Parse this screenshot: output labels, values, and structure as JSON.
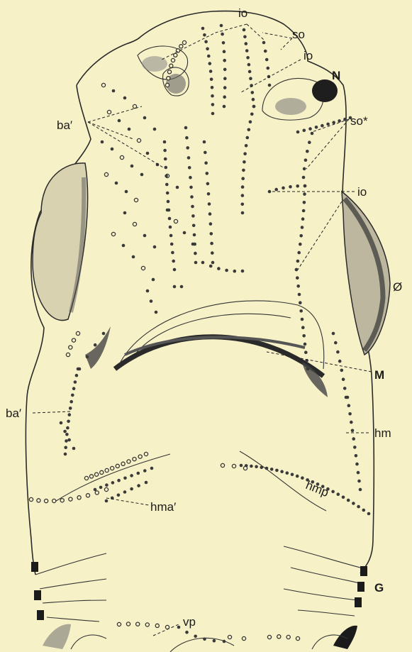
{
  "figure": {
    "labels": {
      "io_top": "io",
      "so": "so",
      "io_mid": "io",
      "N": "N",
      "ba_top": "ba′",
      "so_star": "so*",
      "io_right": "io",
      "eye": "Ø",
      "M": "M",
      "ba_bottom": "ba′",
      "hm": "hm",
      "hmp": "hmp",
      "hma": "hma′",
      "G": "G",
      "vp": "vp"
    }
  }
}
